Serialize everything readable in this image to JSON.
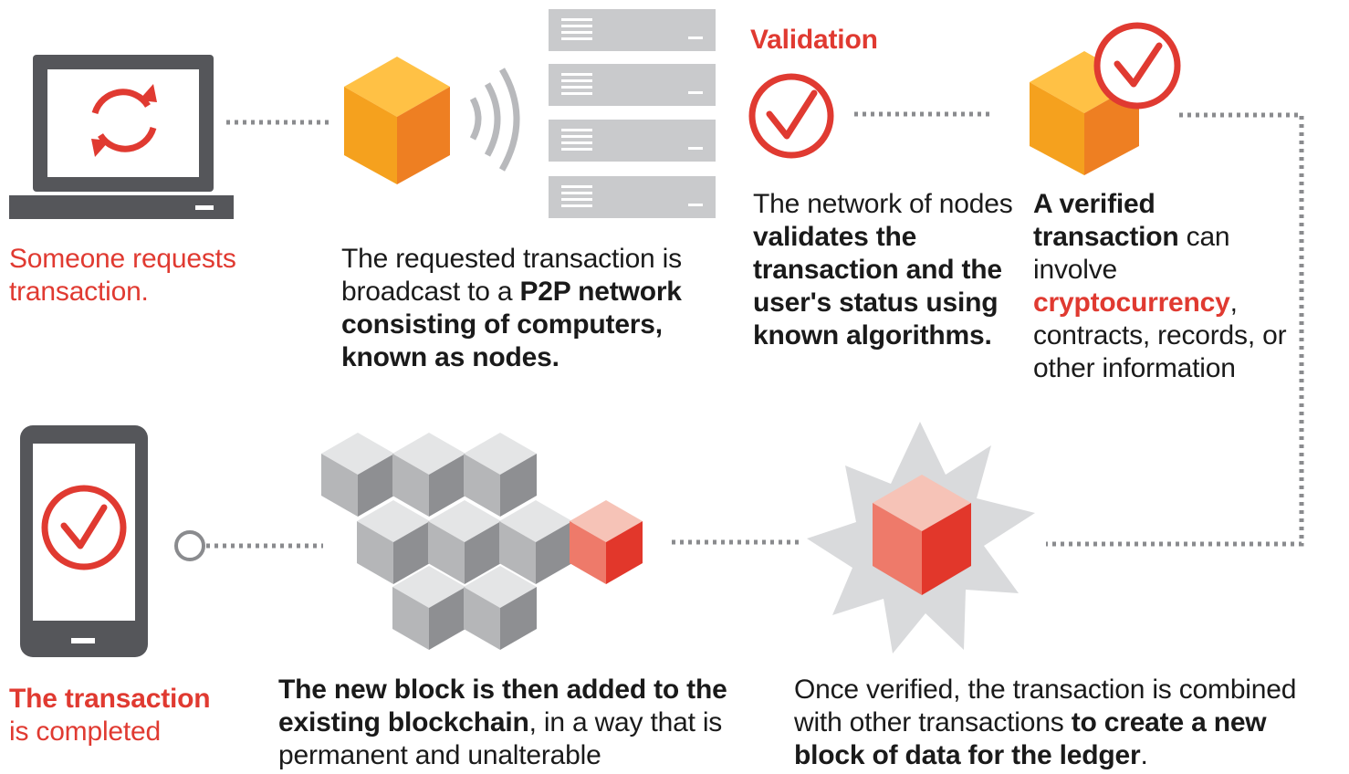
{
  "step1": {
    "line1": "Someone requests",
    "line2": "transaction."
  },
  "step2": {
    "a": "The requested transaction is broadcast to a ",
    "b": "P2P network consisting of computers, known as nodes."
  },
  "step3": {
    "heading": "Validation",
    "a": "The network of nodes ",
    "b": "validates the transaction and the user's status using known algorithms."
  },
  "step4": {
    "a": "A verified transaction",
    "b": " can involve ",
    "c": "cryptocurrency",
    "d": ", contracts, records, or other information"
  },
  "step5": {
    "a": "Once verified, the transaction is combined with other transactions ",
    "b": "to create a new block of data for the ledger",
    "c": "."
  },
  "step6": {
    "a": "The new block is then added to the existing blockchain",
    "b": ", in a way that is permanent and unalterable"
  },
  "step7": {
    "a": "The transaction",
    "b": "is completed"
  },
  "colors": {
    "accent_red": "#e03a31",
    "cube_orange": "#f39a1c",
    "device_gray": "#55565a",
    "server_gray": "#c9cacc"
  }
}
